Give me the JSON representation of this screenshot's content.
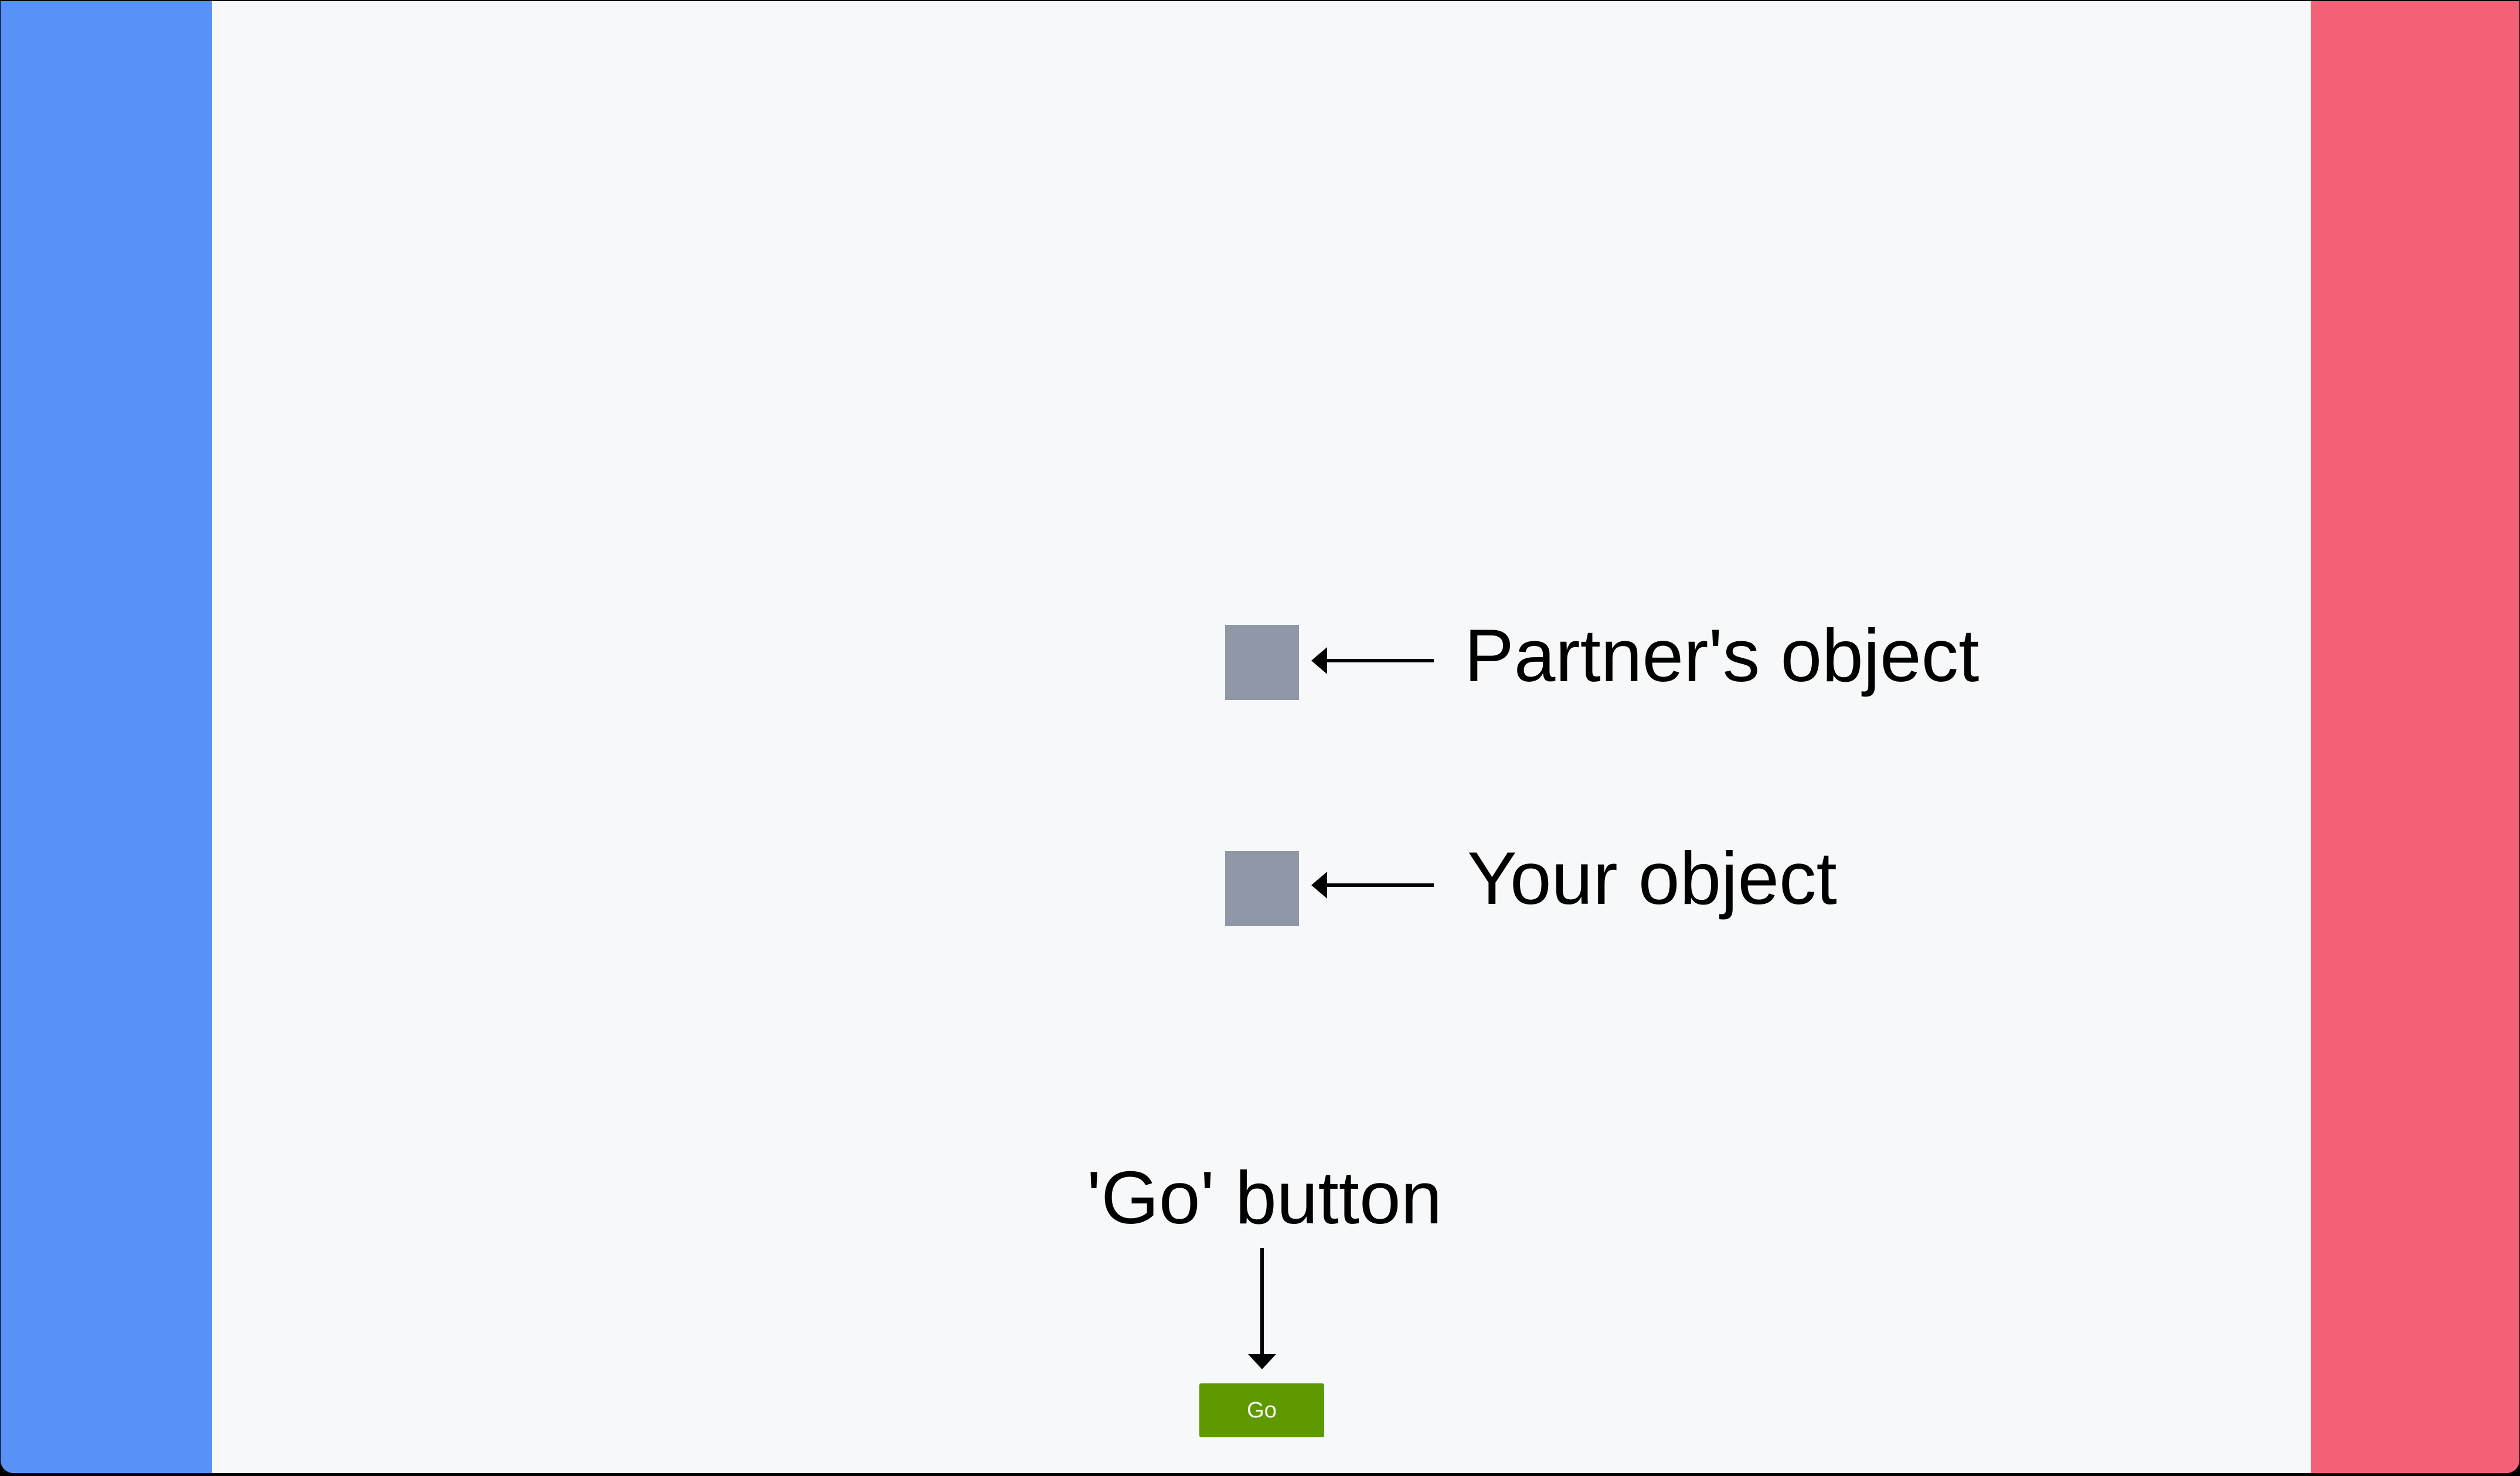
{
  "colors": {
    "frame": "#000000",
    "page_background": "#F7F8FA",
    "left_bar": "#5892F7",
    "right_bar": "#F26175",
    "object_square": "#9097A7",
    "annotation": "#000000",
    "go_button_bg": "#5E9900",
    "go_button_text": "#FFFFFF"
  },
  "annotations": {
    "partner_object_label": "Partner's object",
    "your_object_label": "Your object",
    "go_button_label": "'Go' button"
  },
  "go_button": {
    "label": "Go"
  }
}
